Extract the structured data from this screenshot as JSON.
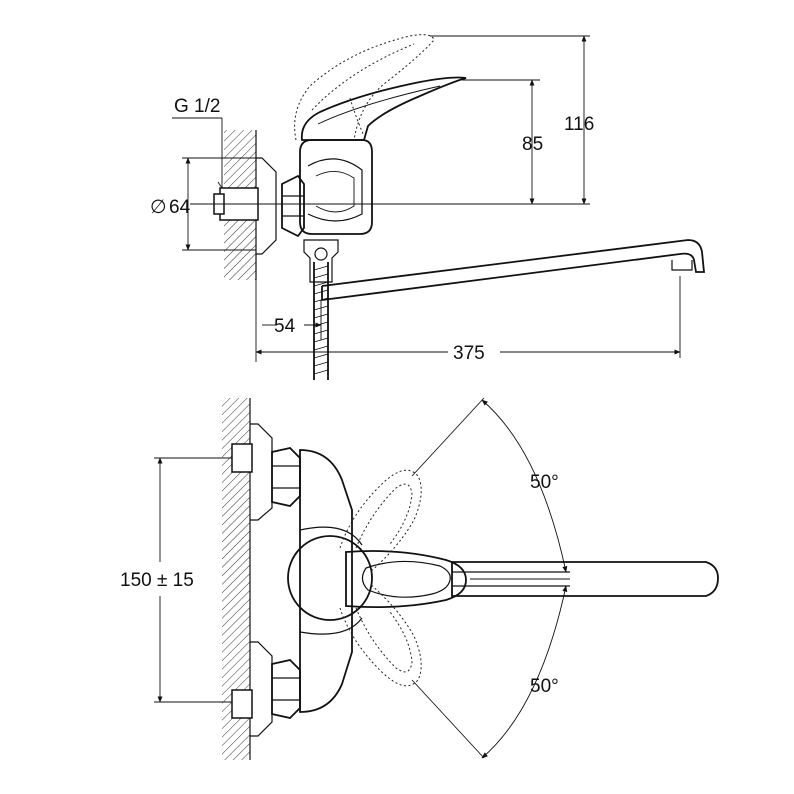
{
  "side_view": {
    "thread_label": "G 1/2",
    "diameter_symbol": "∅",
    "diameter_value": "64",
    "height_lever": "85",
    "height_total": "116",
    "offset_label": "54",
    "length_label": "375"
  },
  "top_view": {
    "spacing_label": "150 ± 15",
    "angle_upper": "50°",
    "angle_lower": "50°"
  }
}
